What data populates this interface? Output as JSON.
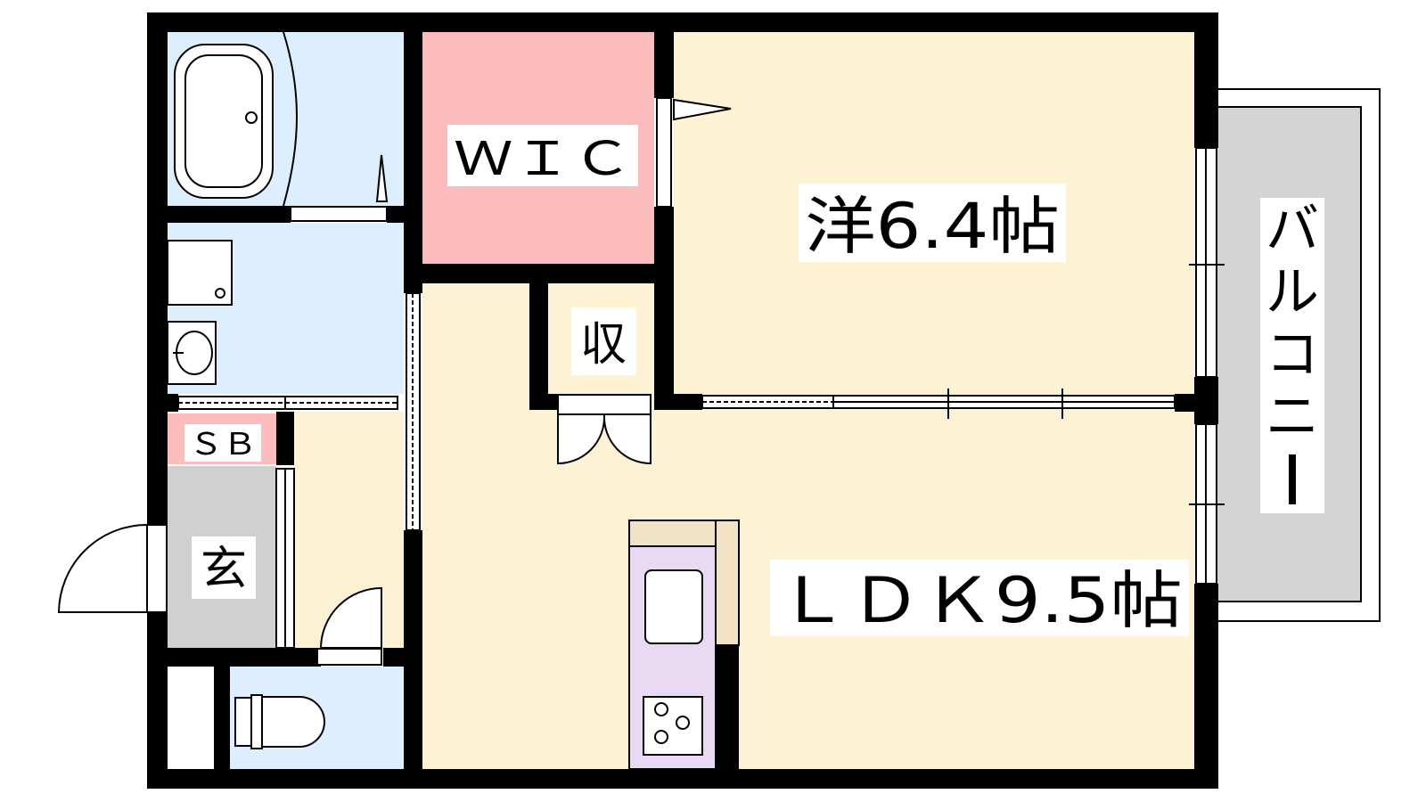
{
  "colors": {
    "wall": "#000000",
    "wet": "#dceeff",
    "living": "#fdf2d3",
    "storage": "#fcbcbc",
    "entrance": "#d0d0d0",
    "kitchen": "#ead9f2",
    "counter": "#f3e3c6",
    "balcony": "#d4d4d4"
  },
  "rooms": {
    "wic": "ＷＩＣ",
    "western": "洋6.4帖",
    "closet": "収",
    "ldk": "ＬＤＫ9.5帖",
    "shoebox": "ＳＢ",
    "entrance": "玄",
    "balcony": [
      "バ",
      "ル",
      "コ",
      "ニ",
      "ー"
    ]
  }
}
